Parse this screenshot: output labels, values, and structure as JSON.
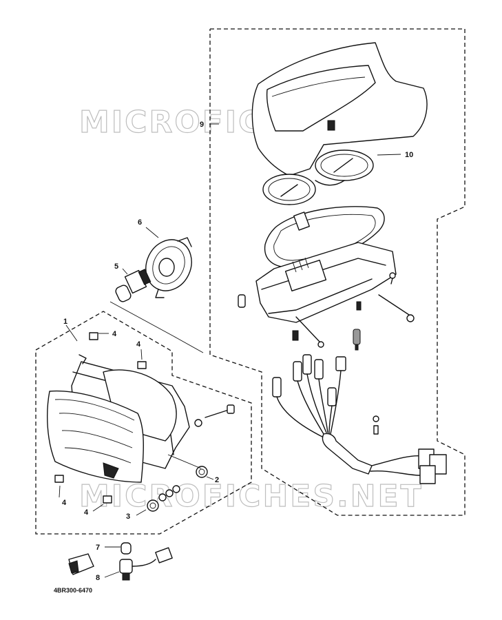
{
  "watermarks": [
    "MICROFICHES.NET",
    "MICROFICHES.NET"
  ],
  "part_number": "4BR300-6470",
  "callouts": {
    "c1": "1",
    "c2": "2",
    "c3": "3",
    "c4a": "4",
    "c4b": "4",
    "c4c": "4",
    "c4d": "4",
    "c5": "5",
    "c6": "6",
    "c7": "7",
    "c8": "8",
    "c9": "9",
    "c10": "10"
  }
}
